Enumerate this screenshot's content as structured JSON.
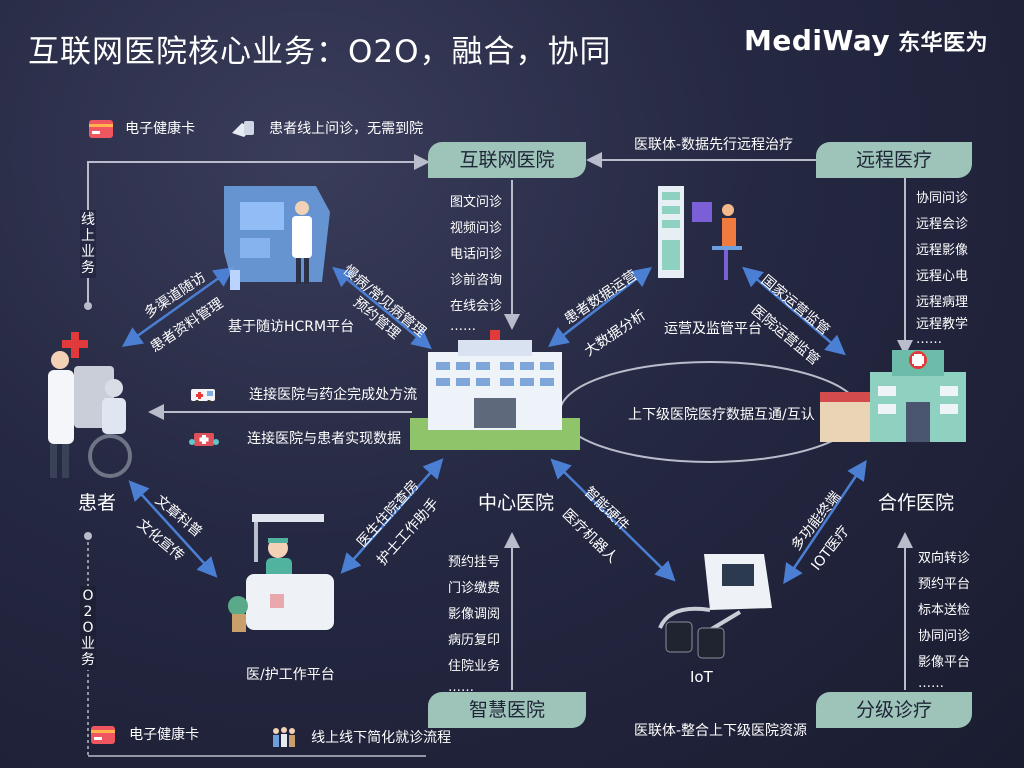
{
  "title": "互联网医院核心业务：O2O，融合，协同",
  "logo": {
    "en": "MediWay",
    "cn": "东华医为"
  },
  "top_items": {
    "card": "电子健康卡",
    "consult": "患者线上问诊，无需到院"
  },
  "bottom_items": {
    "card": "电子健康卡",
    "flow": "线上线下简化就诊流程"
  },
  "nodes": {
    "internet_hospital": "互联网医院",
    "remote_medical": "远程医疗",
    "smart_hospital": "智慧医院",
    "tiered_care": "分级诊疗"
  },
  "labels": {
    "patient": "患者",
    "center_hospital": "中心医院",
    "partner_hospital": "合作医院",
    "iot": "IoT",
    "hcrm": "基于随访HCRM平台",
    "ops_platform": "运营及监管平台",
    "nurse_platform": "医/护工作平台",
    "online_business": "线上业务",
    "o2o_business": "O2O业务",
    "alliance_remote": "医联体-数据先行远程治疗",
    "alliance_integrate": "医联体-整合上下级医院资源",
    "pharma": "连接医院与药企完成处方流",
    "patient_data": "连接医院与患者实现数据",
    "data_exchange": "上下级医院医疗数据互通/互认"
  },
  "internet_services": [
    "图文问诊",
    "视频问诊",
    "电话问诊",
    "诊前咨询",
    "在线会诊",
    "……"
  ],
  "remote_services": [
    "协同问诊",
    "远程会诊",
    "远程影像",
    "远程心电",
    "远程病理",
    "远程教学",
    "……"
  ],
  "smart_services": [
    "预约挂号",
    "门诊缴费",
    "影像调阅",
    "病历复印",
    "住院业务",
    "……"
  ],
  "tiered_services": [
    "双向转诊",
    "预约平台",
    "标本送检",
    "协同问诊",
    "影像平台",
    "……"
  ],
  "arrow_labels": {
    "multi_channel": "多渠道随访",
    "records": "患者资料管理",
    "chronic": "慢病/常见病管理",
    "appointment": "预约管理",
    "ops": "患者数据运营",
    "bigdata": "大数据分析",
    "national": "国家运营监管",
    "hospital_ops": "医院运营监管",
    "science": "文章科普",
    "culture": "文化宣传",
    "inpatient": "医生住院查房",
    "nurse_helper": "护士工作助手",
    "hardware": "智能硬件",
    "robot": "医疗机器人",
    "terminal": "多功能终端",
    "iot_medical": "IOT医疗"
  },
  "colors": {
    "accent_node": "#9ec3b8",
    "arrow_blue": "#4a7fd4",
    "line_gray": "#b9bccb"
  }
}
